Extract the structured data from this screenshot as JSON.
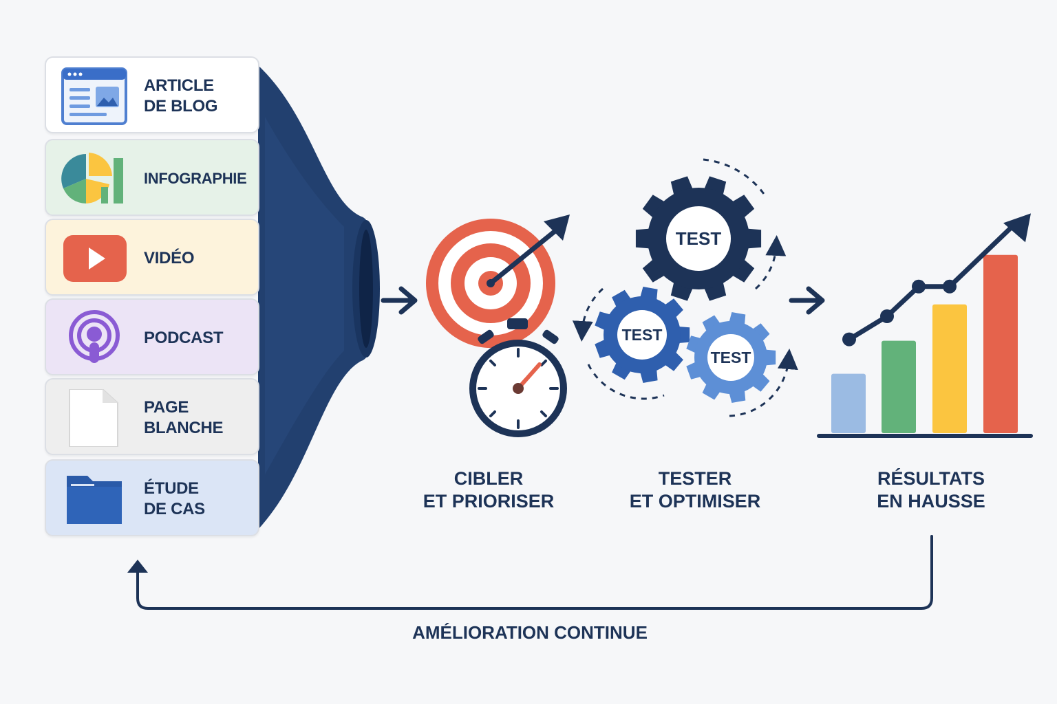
{
  "sources": [
    {
      "id": "blog",
      "label": "ARTICLE\nDE BLOG",
      "icon": "browser-article-icon",
      "bg": "#ffffff"
    },
    {
      "id": "infographic",
      "label": "INFOGRAPHIE",
      "icon": "pie-bar-chart-icon",
      "bg": "#e6f2e8"
    },
    {
      "id": "video",
      "label": "VIDÉO",
      "icon": "play-button-icon",
      "bg": "#fdf3dc"
    },
    {
      "id": "podcast",
      "label": "PODCAST",
      "icon": "podcast-icon",
      "bg": "#ece4f6"
    },
    {
      "id": "whitepaper",
      "label": "PAGE\nBLANCHE",
      "icon": "blank-page-icon",
      "bg": "#eeeeee"
    },
    {
      "id": "casestudy",
      "label": "ÉTUDE\nDE CAS",
      "icon": "folder-icon",
      "bg": "#dbe5f6"
    }
  ],
  "steps": [
    {
      "id": "target",
      "label": "CIBLER\nET PRIORISER",
      "icon": "target-stopwatch-icon"
    },
    {
      "id": "test",
      "label": "TESTER\nET OPTIMISER",
      "icon": "gears-icon",
      "gear_text": "TEST"
    },
    {
      "id": "results",
      "label": "RÉSULTATS\nEN HAUSSE",
      "icon": "rising-chart-icon"
    }
  ],
  "results_chart": {
    "bars": [
      {
        "value": 1.8,
        "color": "#9bbbe3"
      },
      {
        "value": 2.8,
        "color": "#62b27a"
      },
      {
        "value": 3.9,
        "color": "#fbc540"
      },
      {
        "value": 5.4,
        "color": "#e5634c"
      }
    ],
    "trend": [
      1.8,
      2.5,
      3.4,
      3.4,
      5.2
    ]
  },
  "loop_label": "AMÉLIORATION CONTINUE",
  "colors": {
    "navy": "#1d3357",
    "funnel": "#22406f",
    "red": "#e5634c",
    "blue": "#2f5fae",
    "light_blue": "#5d8fd6"
  }
}
